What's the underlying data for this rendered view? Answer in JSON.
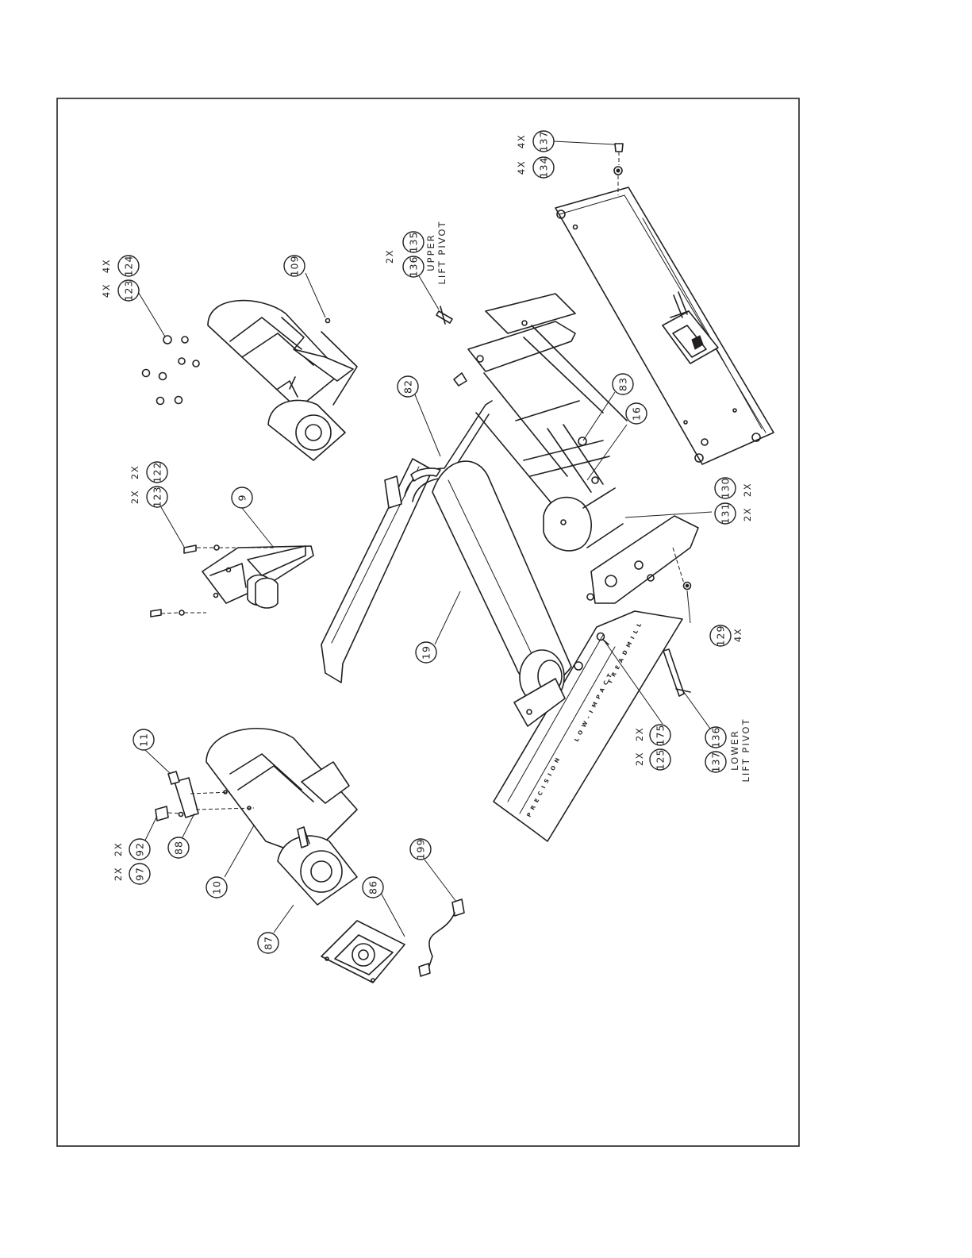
{
  "callouts": [
    {
      "id": "c137a",
      "part": "137"
    },
    {
      "id": "c134",
      "part": "134"
    },
    {
      "id": "c135",
      "part": "135"
    },
    {
      "id": "c136a",
      "part": "136"
    },
    {
      "id": "c124",
      "part": "124"
    },
    {
      "id": "c123a",
      "part": "123"
    },
    {
      "id": "c109",
      "part": "109"
    },
    {
      "id": "c82",
      "part": "82"
    },
    {
      "id": "c83",
      "part": "83"
    },
    {
      "id": "c16",
      "part": "16"
    },
    {
      "id": "c122",
      "part": "122"
    },
    {
      "id": "c123b",
      "part": "123"
    },
    {
      "id": "c9",
      "part": "9"
    },
    {
      "id": "c130",
      "part": "130"
    },
    {
      "id": "c131",
      "part": "131"
    },
    {
      "id": "c129",
      "part": "129"
    },
    {
      "id": "c19",
      "part": "19"
    },
    {
      "id": "c11",
      "part": "11"
    },
    {
      "id": "c175",
      "part": "175"
    },
    {
      "id": "c125",
      "part": "125"
    },
    {
      "id": "c136b",
      "part": "136"
    },
    {
      "id": "c137b",
      "part": "137"
    },
    {
      "id": "c92",
      "part": "92"
    },
    {
      "id": "c97",
      "part": "97"
    },
    {
      "id": "c88",
      "part": "88"
    },
    {
      "id": "c199",
      "part": "199"
    },
    {
      "id": "c10",
      "part": "10"
    },
    {
      "id": "c86",
      "part": "86"
    },
    {
      "id": "c87",
      "part": "87"
    }
  ],
  "quantities": [
    {
      "id": "q137a",
      "text": "4X"
    },
    {
      "id": "q134",
      "text": "4X"
    },
    {
      "id": "q124",
      "text": "4X"
    },
    {
      "id": "q123a",
      "text": "4X"
    },
    {
      "id": "q136a",
      "text": "2X"
    },
    {
      "id": "q122",
      "text": "2X"
    },
    {
      "id": "q123b",
      "text": "2X"
    },
    {
      "id": "q130",
      "text": "2X"
    },
    {
      "id": "q131",
      "text": "2X"
    },
    {
      "id": "q129",
      "text": "4X"
    },
    {
      "id": "q175",
      "text": "2X"
    },
    {
      "id": "q125",
      "text": "2X"
    },
    {
      "id": "q92",
      "text": "2X"
    },
    {
      "id": "q97",
      "text": "2X"
    }
  ],
  "notes": {
    "upper_line1": "UPPER",
    "upper_line2": "LIFT PIVOT",
    "lower_line1": "LOWER",
    "lower_line2": "LIFT PIVOT"
  },
  "frame_print": {
    "word1": "PRECISION",
    "word2": "LOW-IMPACT",
    "word3": "TREADMILL"
  }
}
